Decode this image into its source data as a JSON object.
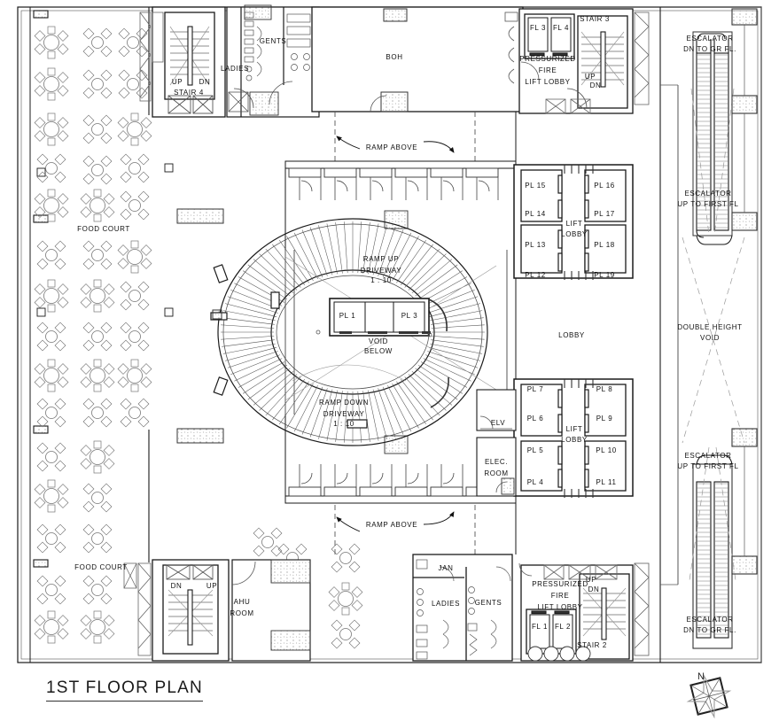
{
  "drawing": {
    "title": "1ST FLOOR PLAN",
    "north_label": "N",
    "type": "architectural-floor-plan",
    "line_color": "#1a1a1a",
    "background_color": "#ffffff"
  },
  "rooms": {
    "boh": "BOH",
    "lobby": "LOBBY",
    "double_height_void": "DOUBLE HEIGHT\nVOID",
    "double_height_void_l1": "DOUBLE HEIGHT",
    "double_height_void_l2": "VOID",
    "ahu_room_l1": "AHU",
    "ahu_room_l2": "ROOM",
    "elec_room_l1": "ELEC.",
    "elec_room_l2": "ROOM",
    "elv": "ELV",
    "jan": "JAN",
    "food_court_top": "FOOD COURT",
    "food_court_bottom": "FOOD COURT",
    "lift_lobby_upper_l1": "LIFT",
    "lift_lobby_upper_l2": "LOBBY",
    "lift_lobby_lower_l1": "LIFT",
    "lift_lobby_lower_l2": "LOBBY"
  },
  "toilets": {
    "ladies_top": "LADIES",
    "gents_top": "GENTS",
    "ladies_bottom": "LADIES",
    "gents_bottom": "GENTS"
  },
  "stairs": [
    {
      "name": "STAIR 4",
      "up": "UP",
      "dn": "DN",
      "position": "top-left"
    },
    {
      "name": "STAIR 3",
      "up": "UP",
      "dn": "DN",
      "position": "top-right"
    },
    {
      "name": "STAIR 2",
      "up": "UP",
      "dn": "DN",
      "position": "bottom-right"
    },
    {
      "name": "",
      "up": "UP",
      "dn": "DN",
      "position": "bottom-left"
    }
  ],
  "stair_labels": {
    "stair4": "STAIR 4",
    "stair3": "STAIR 3",
    "stair2": "STAIR 2",
    "up": "UP",
    "dn": "DN"
  },
  "fire_lobbies": [
    {
      "l1": "PRESSURIZED",
      "l2": "FIRE",
      "l3": "LIFT LOBBY",
      "lifts": [
        "FL 3",
        "FL 4"
      ],
      "position": "top-right"
    },
    {
      "l1": "PRESSURIZED",
      "l2": "FIRE",
      "l3": "LIFT LOBBY",
      "lifts": [
        "FL 1",
        "FL 2"
      ],
      "position": "bottom-right"
    }
  ],
  "fire_lobby_text": {
    "line1": "PRESSURIZED",
    "line2": "FIRE",
    "line3": "LIFT LOBBY",
    "fl3": "FL 3",
    "fl4": "FL 4",
    "fl1": "FL 1",
    "fl2": "FL 2"
  },
  "passenger_lifts": {
    "upper_left": [
      "PL 15",
      "PL 14",
      "PL 13",
      "PL 12"
    ],
    "upper_right": [
      "PL 16",
      "PL 17",
      "PL 18",
      "PL 19"
    ],
    "lower_left": [
      "PL 7",
      "PL 6",
      "PL 5",
      "PL 4"
    ],
    "lower_right": [
      "PL 8",
      "PL 9",
      "PL 10",
      "PL 11"
    ],
    "core_left": "PL 1",
    "core_right": "PL 3"
  },
  "ramp": {
    "up_l1": "RAMP UP",
    "up_l2": "DRIVEWAY",
    "up_l3": "1 : 10",
    "down_l1": "RAMP DOWN",
    "down_l2": "DRIVEWAY",
    "down_l3": "1 : 10",
    "void_l1": "VOID",
    "void_l2": "BELOW",
    "ramp_above_top": "RAMP ABOVE",
    "ramp_above_bottom": "RAMP ABOVE"
  },
  "escalators": [
    {
      "l1": "ESCALATOR",
      "l2": "DN TO GR FL.",
      "position": "top-right-upper"
    },
    {
      "l1": "ESCALATOR",
      "l2": "UP TO FIRST FL",
      "position": "top-right-lower"
    },
    {
      "l1": "ESCALATOR",
      "l2": "UP TO FIRST FL",
      "position": "bottom-right-upper"
    },
    {
      "l1": "ESCALATOR",
      "l2": "DN TO GR FL.",
      "position": "bottom-right-lower"
    }
  ],
  "escalator_text": {
    "escalator": "ESCALATOR",
    "dn_to_gr": "DN TO GR FL.",
    "up_to_first": "UP TO FIRST FL"
  }
}
